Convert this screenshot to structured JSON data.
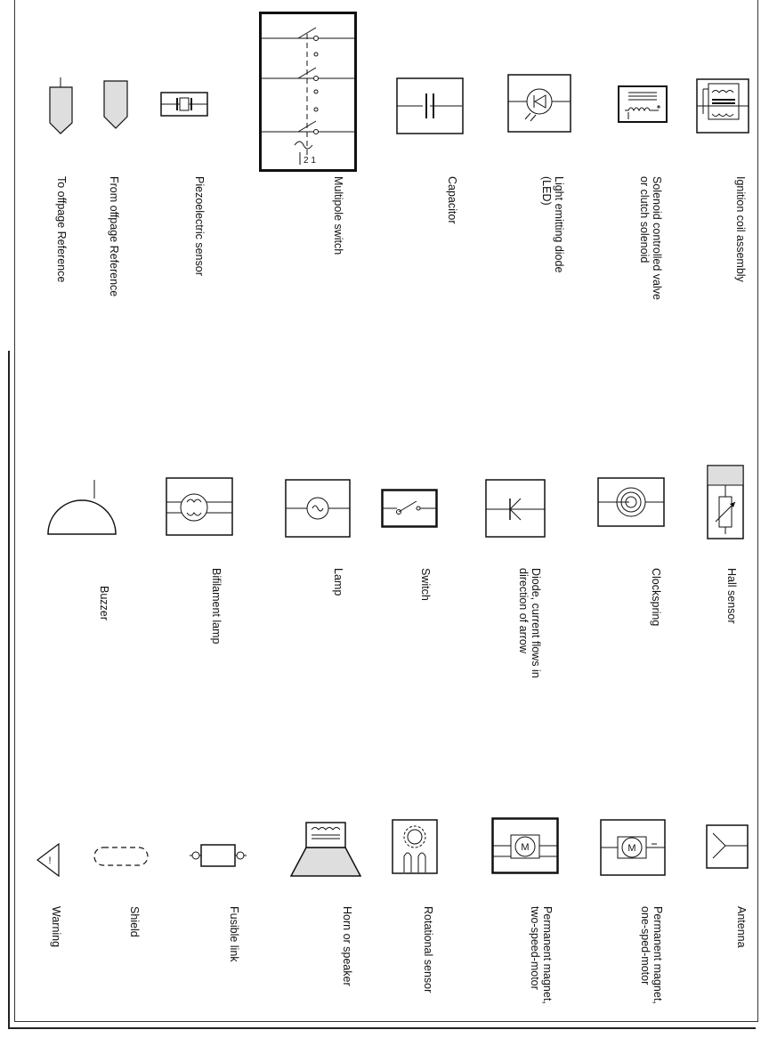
{
  "labels": {
    "ignition_coil": "Ignition coil assembly",
    "solenoid_valve": "Solenoid controlled valve\nor clutch solenoid",
    "led": "Light emitting diode\n(LED)",
    "capacitor": "Capacitor",
    "multipole_switch": "Multipole switch",
    "piezo_sensor": "Piezoelectric sensor",
    "from_offpage": "From offpage Reference",
    "to_offpage": "To offpage Reference",
    "hall_sensor": "Hall sensor",
    "clockspring": "Clockspring",
    "diode": "Diode, current flows in\ndirection of arrow",
    "switch": "Switch",
    "lamp": "Lamp",
    "bifilament_lamp": "Bifilament lamp",
    "buzzer": "Buzzer",
    "antenna": "Antenna",
    "motor_one_speed": "Permanent magnet,\none-sped-motor",
    "motor_two_speed": "Permanent magnet,\ntwo-speed-motor",
    "rotational_sensor": "Rotational sensor",
    "horn": "Horn or speaker",
    "fusible_link": "Fusible link",
    "shield": "Shield",
    "warning": "Warning"
  },
  "symbol_marks": {
    "multipole_numbers": "2 1",
    "motor_letter": "M",
    "warning_mark": "!"
  },
  "colors": {
    "line": "#111111",
    "symbol_fill": "#dedede",
    "background": "#ffffff"
  }
}
